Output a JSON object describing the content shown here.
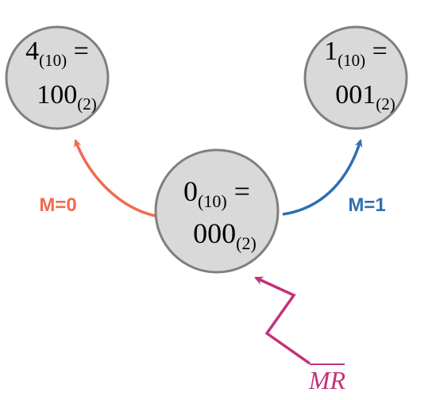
{
  "colors": {
    "node_fill": "#d9d9d9",
    "node_stroke": "#7f7f7f",
    "edge_m0": "#ef6b4e",
    "edge_m1": "#2f6fb1",
    "signal": "#c2327a"
  },
  "nodes": [
    {
      "id": "state-4",
      "line1": {
        "base": "4",
        "sub": "(10)",
        "tail": " ="
      },
      "line2": {
        "base": "100",
        "sub": "(2)"
      }
    },
    {
      "id": "state-1",
      "line1": {
        "base": "1",
        "sub": "(10)",
        "tail": " ="
      },
      "line2": {
        "base": "001",
        "sub": "(2)"
      }
    },
    {
      "id": "state-0",
      "line1": {
        "base": "0",
        "sub": "(10)",
        "tail": " ="
      },
      "line2": {
        "base": "000",
        "sub": "(2)"
      }
    }
  ],
  "edges": [
    {
      "from": "state-0",
      "to": "state-4",
      "label": "M=0"
    },
    {
      "from": "state-0",
      "to": "state-1",
      "label": "M=1"
    }
  ],
  "reset_signal": {
    "label": "MR",
    "overline": true,
    "target": "state-0"
  }
}
